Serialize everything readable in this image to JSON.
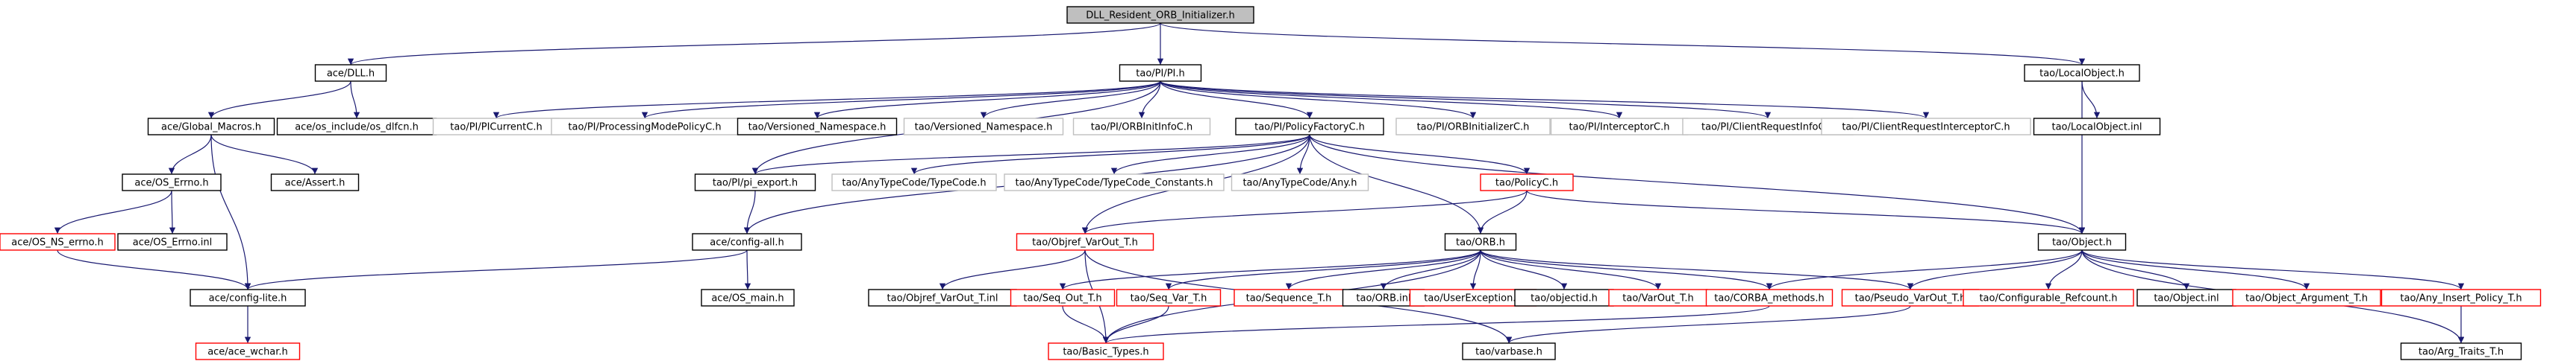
{
  "diagram": {
    "colors": {
      "edge": "#191970",
      "box_normal": "#000000",
      "box_red": "#ff0000",
      "box_faint": "#bfbfbf",
      "root_fill": "#bfbfbf",
      "text": "#000000"
    },
    "nodes": [
      {
        "id": "root",
        "label": "DLL_Resident_ORB_Initializer.h",
        "style": "root"
      },
      {
        "id": "dll",
        "label": "ace/DLL.h",
        "style": "normal"
      },
      {
        "id": "pi",
        "label": "tao/PI/PI.h",
        "style": "normal"
      },
      {
        "id": "localobj",
        "label": "tao/LocalObject.h",
        "style": "normal"
      },
      {
        "id": "globalmacros",
        "label": "ace/Global_Macros.h",
        "style": "normal"
      },
      {
        "id": "osdlfcn",
        "label": "ace/os_include/os_dlfcn.h",
        "style": "normal"
      },
      {
        "id": "picurrentc",
        "label": "tao/PI/PICurrentC.h",
        "style": "faint"
      },
      {
        "id": "procmode",
        "label": "tao/PI/ProcessingModePolicyC.h",
        "style": "faint"
      },
      {
        "id": "versns1",
        "label": "tao/Versioned_Namespace.h",
        "style": "normal"
      },
      {
        "id": "versns2",
        "label": "tao/Versioned_Namespace.h",
        "style": "faint"
      },
      {
        "id": "orbinitinfoc",
        "label": "tao/PI/ORBInitInfoC.h",
        "style": "faint"
      },
      {
        "id": "policyfactoryc",
        "label": "tao/PI/PolicyFactoryC.h",
        "style": "normal"
      },
      {
        "id": "orbinitializerc",
        "label": "tao/PI/ORBInitializerC.h",
        "style": "faint"
      },
      {
        "id": "interceptorc",
        "label": "tao/PI/InterceptorC.h",
        "style": "faint"
      },
      {
        "id": "clientreqinfoc",
        "label": "tao/PI/ClientRequestInfoC.h",
        "style": "faint"
      },
      {
        "id": "clientreqintc",
        "label": "tao/PI/ClientRequestInterceptorC.h",
        "style": "faint"
      },
      {
        "id": "localobjinl",
        "label": "tao/LocalObject.inl",
        "style": "normal"
      },
      {
        "id": "oserrno",
        "label": "ace/OS_Errno.h",
        "style": "normal"
      },
      {
        "id": "assert",
        "label": "ace/Assert.h",
        "style": "normal"
      },
      {
        "id": "piexport",
        "label": "tao/PI/pi_export.h",
        "style": "normal"
      },
      {
        "id": "anytc",
        "label": "tao/AnyTypeCode/TypeCode.h",
        "style": "faint"
      },
      {
        "id": "anytcconst",
        "label": "tao/AnyTypeCode/TypeCode_Constants.h",
        "style": "faint"
      },
      {
        "id": "anytcany",
        "label": "tao/AnyTypeCode/Any.h",
        "style": "faint"
      },
      {
        "id": "policyc",
        "label": "tao/PolicyC.h",
        "style": "red"
      },
      {
        "id": "osnserrno",
        "label": "ace/OS_NS_errno.h",
        "style": "red"
      },
      {
        "id": "oserrnoinl",
        "label": "ace/OS_Errno.inl",
        "style": "normal"
      },
      {
        "id": "configall",
        "label": "ace/config-all.h",
        "style": "normal"
      },
      {
        "id": "objrefvarout",
        "label": "tao/Objref_VarOut_T.h",
        "style": "red"
      },
      {
        "id": "orb",
        "label": "tao/ORB.h",
        "style": "normal"
      },
      {
        "id": "object",
        "label": "tao/Object.h",
        "style": "normal"
      },
      {
        "id": "configlite",
        "label": "ace/config-lite.h",
        "style": "normal"
      },
      {
        "id": "osmain",
        "label": "ace/OS_main.h",
        "style": "normal"
      },
      {
        "id": "objrefvaroutinl",
        "label": "tao/Objref_VarOut_T.inl",
        "style": "normal"
      },
      {
        "id": "seqoutt",
        "label": "tao/Seq_Out_T.h",
        "style": "red"
      },
      {
        "id": "seqvart",
        "label": "tao/Seq_Var_T.h",
        "style": "red"
      },
      {
        "id": "sequencet",
        "label": "tao/Sequence_T.h",
        "style": "red"
      },
      {
        "id": "orbinl",
        "label": "tao/ORB.inl",
        "style": "normal"
      },
      {
        "id": "userexception",
        "label": "tao/UserException.h",
        "style": "red"
      },
      {
        "id": "objectid",
        "label": "tao/objectid.h",
        "style": "normal"
      },
      {
        "id": "varoutt",
        "label": "tao/VarOut_T.h",
        "style": "red"
      },
      {
        "id": "corbamethods",
        "label": "tao/CORBA_methods.h",
        "style": "red"
      },
      {
        "id": "pseudovarout",
        "label": "tao/Pseudo_VarOut_T.h",
        "style": "red"
      },
      {
        "id": "configrefcount",
        "label": "tao/Configurable_Refcount.h",
        "style": "red"
      },
      {
        "id": "objectinl",
        "label": "tao/Object.inl",
        "style": "normal"
      },
      {
        "id": "objectargt",
        "label": "tao/Object_Argument_T.h",
        "style": "red"
      },
      {
        "id": "anyinsertpolicy",
        "label": "tao/Any_Insert_Policy_T.h",
        "style": "red"
      },
      {
        "id": "acewchar",
        "label": "ace/ace_wchar.h",
        "style": "red"
      },
      {
        "id": "basictypes",
        "label": "tao/Basic_Types.h",
        "style": "red"
      },
      {
        "id": "varbase",
        "label": "tao/varbase.h",
        "style": "normal"
      },
      {
        "id": "argtraits",
        "label": "tao/Arg_Traits_T.h",
        "style": "normal"
      }
    ],
    "edges": [
      [
        "root",
        "dll"
      ],
      [
        "root",
        "pi"
      ],
      [
        "root",
        "localobj"
      ],
      [
        "dll",
        "globalmacros"
      ],
      [
        "dll",
        "osdlfcn"
      ],
      [
        "pi",
        "picurrentc"
      ],
      [
        "pi",
        "procmode"
      ],
      [
        "pi",
        "versns1"
      ],
      [
        "pi",
        "versns2"
      ],
      [
        "pi",
        "orbinitinfoc"
      ],
      [
        "pi",
        "policyfactoryc"
      ],
      [
        "pi",
        "orbinitializerc"
      ],
      [
        "pi",
        "interceptorc"
      ],
      [
        "pi",
        "clientreqinfoc"
      ],
      [
        "pi",
        "clientreqintc"
      ],
      [
        "pi",
        "piexport"
      ],
      [
        "localobj",
        "localobjinl"
      ],
      [
        "localobj",
        "object"
      ],
      [
        "globalmacros",
        "oserrno"
      ],
      [
        "globalmacros",
        "assert"
      ],
      [
        "globalmacros",
        "configlite"
      ],
      [
        "oserrno",
        "osnserrno"
      ],
      [
        "oserrno",
        "oserrnoinl"
      ],
      [
        "osnserrno",
        "configlite"
      ],
      [
        "policyfactoryc",
        "piexport"
      ],
      [
        "policyfactoryc",
        "anytc"
      ],
      [
        "policyfactoryc",
        "anytcconst"
      ],
      [
        "policyfactoryc",
        "anytcany"
      ],
      [
        "policyfactoryc",
        "policyc"
      ],
      [
        "policyfactoryc",
        "configall"
      ],
      [
        "policyfactoryc",
        "objrefvarout"
      ],
      [
        "policyfactoryc",
        "orb"
      ],
      [
        "policyfactoryc",
        "object"
      ],
      [
        "piexport",
        "configall"
      ],
      [
        "configall",
        "configlite"
      ],
      [
        "configall",
        "osmain"
      ],
      [
        "configlite",
        "acewchar"
      ],
      [
        "policyc",
        "objrefvarout"
      ],
      [
        "policyc",
        "orb"
      ],
      [
        "policyc",
        "object"
      ],
      [
        "objrefvarout",
        "objrefvaroutinl"
      ],
      [
        "objrefvarout",
        "basictypes"
      ],
      [
        "objrefvarout",
        "varbase"
      ],
      [
        "orb",
        "seqoutt"
      ],
      [
        "orb",
        "seqvart"
      ],
      [
        "orb",
        "sequencet"
      ],
      [
        "orb",
        "orbinl"
      ],
      [
        "orb",
        "userexception"
      ],
      [
        "orb",
        "objectid"
      ],
      [
        "orb",
        "varoutt"
      ],
      [
        "orb",
        "corbamethods"
      ],
      [
        "orb",
        "pseudovarout"
      ],
      [
        "orb",
        "basictypes"
      ],
      [
        "object",
        "corbamethods"
      ],
      [
        "object",
        "pseudovarout"
      ],
      [
        "object",
        "configrefcount"
      ],
      [
        "object",
        "objectinl"
      ],
      [
        "object",
        "objectargt"
      ],
      [
        "object",
        "anyinsertpolicy"
      ],
      [
        "object",
        "argtraits"
      ],
      [
        "seqoutt",
        "basictypes"
      ],
      [
        "seqvart",
        "basictypes"
      ],
      [
        "corbamethods",
        "basictypes"
      ],
      [
        "pseudovarout",
        "varbase"
      ],
      [
        "anyinsertpolicy",
        "argtraits"
      ]
    ]
  }
}
